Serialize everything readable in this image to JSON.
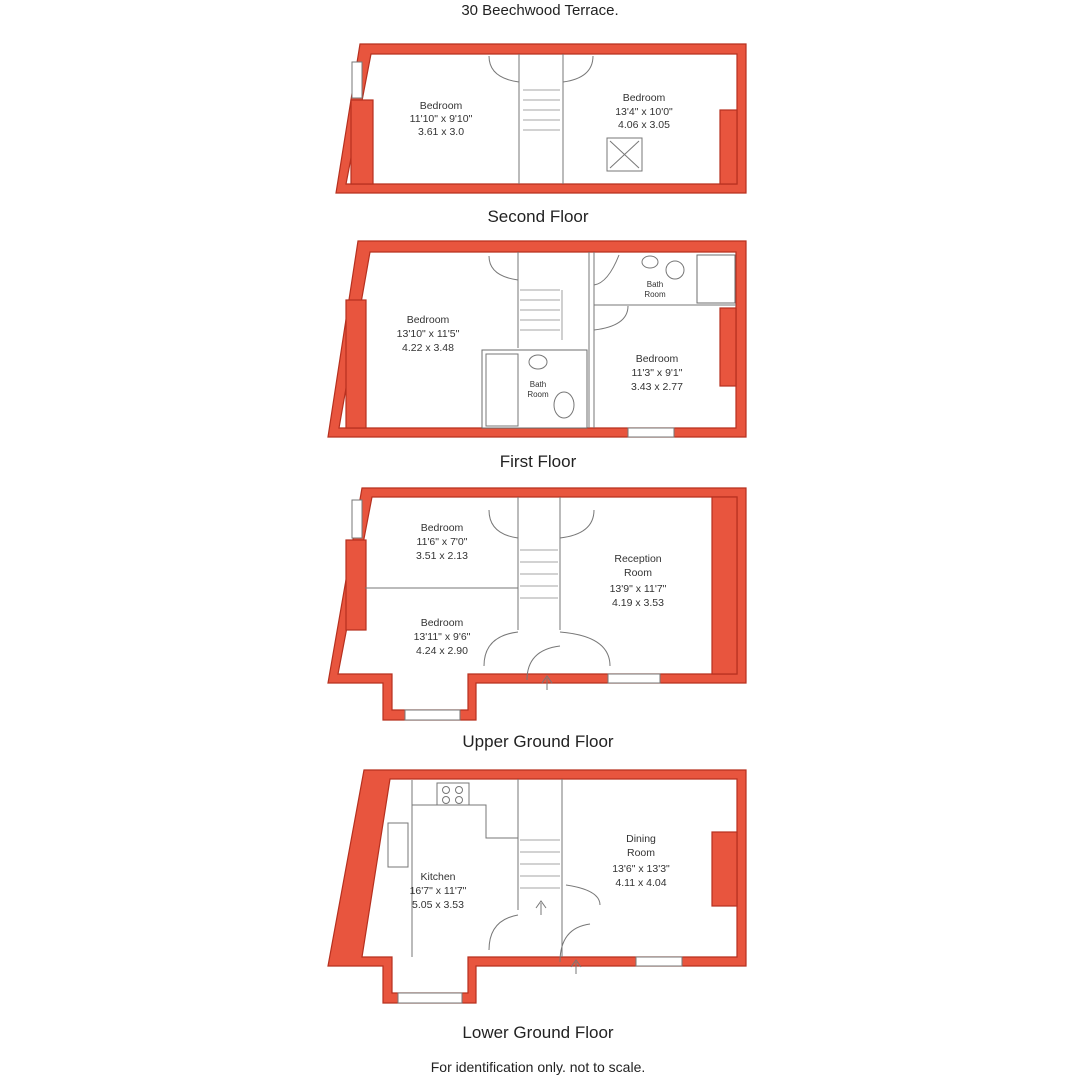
{
  "title": "30 Beechwood Terrace.",
  "footer": "For identification only. not to scale.",
  "colors": {
    "wall": "#e8553e",
    "wall_edge": "#b6301f",
    "interior_line": "#6c6c6c"
  },
  "floors": {
    "second": {
      "name": "Second Floor",
      "rooms": [
        {
          "name": "Bedroom",
          "imperial": "11'10\" x 9'10\"",
          "metric": "3.61 x 3.0"
        },
        {
          "name": "Bedroom",
          "imperial": "13'4\" x 10'0\"",
          "metric": "4.06 x 3.05"
        }
      ]
    },
    "first": {
      "name": "First Floor",
      "rooms": [
        {
          "name": "Bedroom",
          "imperial": "13'10\" x 11'5\"",
          "metric": "4.22 x 3.48"
        },
        {
          "name": "Bedroom",
          "imperial": "11'3\" x 9'1\"",
          "metric": "3.43 x 2.77"
        }
      ],
      "bath_1": [
        "Bath",
        "Room"
      ],
      "bath_2": [
        "Bath",
        "Room"
      ]
    },
    "upper_ground": {
      "name": "Upper Ground Floor",
      "rooms": [
        {
          "name": "Bedroom",
          "imperial": "11'6\" x 7'0\"",
          "metric": "3.51 x 2.13"
        },
        {
          "name": "Bedroom",
          "imperial": "13'11\" x 9'6\"",
          "metric": "4.24 x 2.90"
        },
        {
          "name": "Reception",
          "name2": "Room",
          "imperial": "13'9\" x 11'7\"",
          "metric": "4.19 x 3.53"
        }
      ]
    },
    "lower_ground": {
      "name": "Lower Ground Floor",
      "rooms": [
        {
          "name": "Kitchen",
          "imperial": "16'7\" x 11'7\"",
          "metric": "5.05 x 3.53"
        },
        {
          "name": "Dining",
          "name2": "Room",
          "imperial": "13'6\" x 13'3\"",
          "metric": "4.11 x 4.04"
        }
      ]
    }
  }
}
